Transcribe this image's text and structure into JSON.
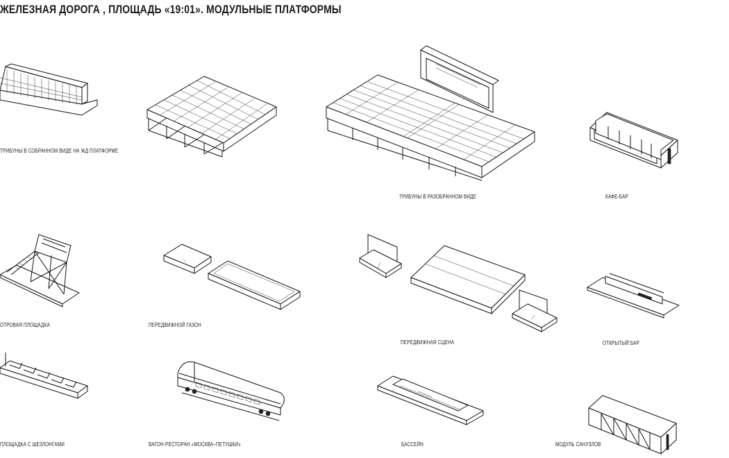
{
  "title": "ЖЕЛЕЗНАЯ ДОРОГА , ПЛОЩАДЬ «19:01». МОДУЛЬНЫЕ ПЛАТФОРМЫ",
  "modules": [
    {
      "id": "tribunes-assembled",
      "caption": "ТРИБУНЫ В СОБРАННОМ ВИДЕ НА ЖД ПЛАТФОРМЕ",
      "icon": "stands-on-rail-platform"
    },
    {
      "id": "tribunes-canopy",
      "caption": "",
      "icon": "covered-grandstand"
    },
    {
      "id": "tribunes-disassembled",
      "caption": "ТРИБУНЫ В РАЗОБРАННОМ ВИДЕ",
      "icon": "grandstand-with-screen"
    },
    {
      "id": "cafe-bar",
      "caption": "КАФЕ-БАР",
      "icon": "glass-pavilion"
    },
    {
      "id": "observation-deck",
      "caption": "ОТРОВАЯ ПЛОЩАДКА",
      "icon": "observation-tower"
    },
    {
      "id": "mobile-lawn",
      "caption": "ПЕРЕДВИЖНОЙ ГАЗОН",
      "icon": "lawn-slabs"
    },
    {
      "id": "mobile-stage",
      "caption": "ПЕРЕДВИЖНАЯ СЦЕНА",
      "icon": "stage-platforms"
    },
    {
      "id": "open-bar",
      "caption": "ОТКРЫТЫЙ БАР",
      "icon": "bar-counter"
    },
    {
      "id": "lounger-deck",
      "caption": "ПЛОЩАДКА С ШЕЗЛОНГАМИ",
      "icon": "deck-with-loungers"
    },
    {
      "id": "dining-car",
      "caption": "ВАГОН-РЕСТОРАН «МОСКВА–ПЕТУШКИ»",
      "icon": "railway-carriage"
    },
    {
      "id": "pool",
      "caption": "БАССЕЙН",
      "icon": "pool-platform"
    },
    {
      "id": "sanitary",
      "caption": "МОДУЛЬ САНУЗЛОВ",
      "icon": "sanitary-module"
    }
  ]
}
